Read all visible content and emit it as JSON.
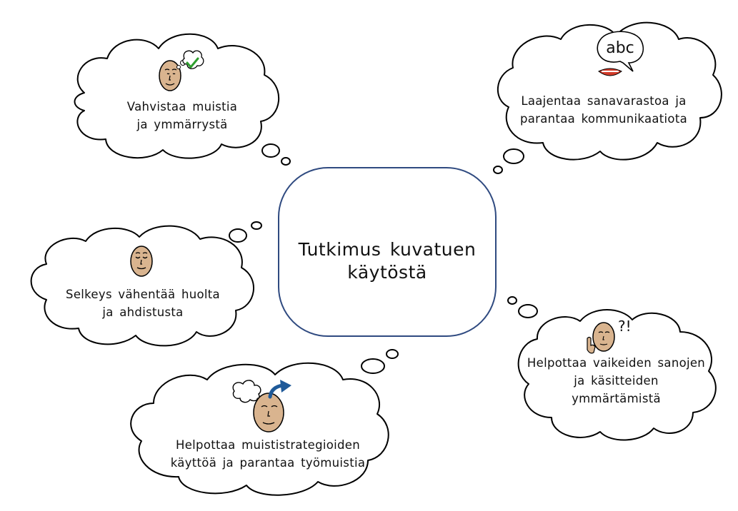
{
  "center": {
    "line1": "Tutkimus kuvatuen",
    "line2": "käytöstä"
  },
  "bubbles": [
    {
      "id": "memory",
      "lines": [
        "Vahvistaa muistia",
        "ja ymmärrystä"
      ],
      "icon": "face-with-checkmark-icon"
    },
    {
      "id": "vocabulary",
      "lines": [
        "Laajentaa sanavarastoa ja",
        "parantaa kommunikaatiota"
      ],
      "icon": "speech-bubble-abc-icon",
      "icon_text": "abc"
    },
    {
      "id": "clarity",
      "lines": [
        "Selkeys vähentää huolta",
        "ja ahdistusta"
      ],
      "icon": "calm-face-icon"
    },
    {
      "id": "concepts",
      "lines": [
        "Helpottaa vaikeiden sanojen",
        "ja käsitteiden",
        "ymmärtämistä"
      ],
      "icon": "questioning-face-icon",
      "icon_text": "?!"
    },
    {
      "id": "strategies",
      "lines": [
        "Helpottaa muististrategioiden",
        "käyttöä ja parantaa työmuistia"
      ],
      "icon": "thinking-face-arrow-icon"
    }
  ],
  "colors": {
    "outline": "#000000",
    "center_border": "#2f4a80",
    "skin": "#d9b48f",
    "check": "#2e9e2e",
    "arrow": "#1f5a99"
  }
}
